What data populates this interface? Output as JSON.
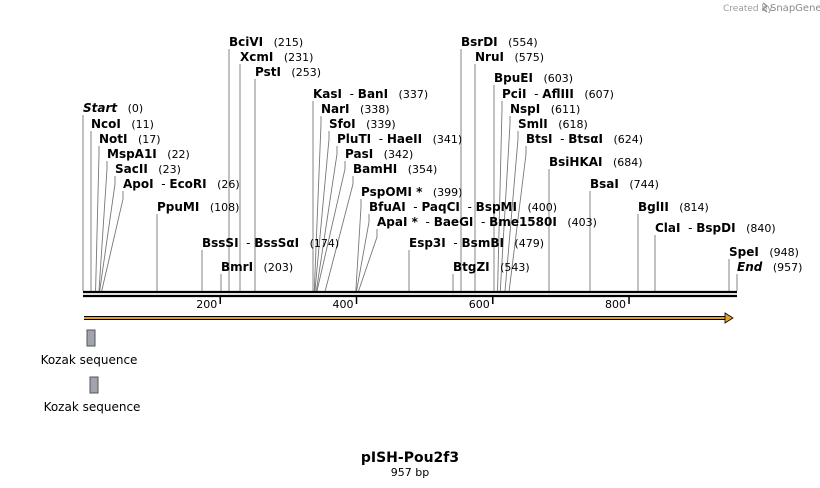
{
  "credit": {
    "prefix": "Created by",
    "brand": "SnapGene"
  },
  "map": {
    "name": "pISH-Pou2f3",
    "length_label": "957 bp",
    "length": 957,
    "ruler_ticks": [
      "200",
      "400",
      "600",
      "800"
    ],
    "backbone_color": "#000000",
    "orf_arrow_color": "#e0a030"
  },
  "sites": [
    {
      "pos": 0,
      "parts": [
        "Start"
      ],
      "pos_label": "(0)",
      "italic": true
    },
    {
      "pos": 11,
      "parts": [
        "NcoI"
      ],
      "pos_label": "(11)"
    },
    {
      "pos": 17,
      "parts": [
        "NotI"
      ],
      "pos_label": "(17)"
    },
    {
      "pos": 22,
      "parts": [
        "MspA1I"
      ],
      "pos_label": "(22)"
    },
    {
      "pos": 23,
      "parts": [
        "SacII"
      ],
      "pos_label": "(23)"
    },
    {
      "pos": 26,
      "parts": [
        "ApoI",
        "EcoRI"
      ],
      "pos_label": "(26)"
    },
    {
      "pos": 108,
      "parts": [
        "PpuMI"
      ],
      "pos_label": "(108)"
    },
    {
      "pos": 174,
      "parts": [
        "BssSI",
        "BssSαI"
      ],
      "pos_label": "(174)"
    },
    {
      "pos": 203,
      "parts": [
        "BmrI"
      ],
      "pos_label": "(203)"
    },
    {
      "pos": 215,
      "parts": [
        "BciVI"
      ],
      "pos_label": "(215)"
    },
    {
      "pos": 231,
      "parts": [
        "XcmI"
      ],
      "pos_label": "(231)"
    },
    {
      "pos": 253,
      "parts": [
        "PstI"
      ],
      "pos_label": "(253)"
    },
    {
      "pos": 337,
      "parts": [
        "KasI",
        "BanI"
      ],
      "pos_label": "(337)"
    },
    {
      "pos": 338,
      "parts": [
        "NarI"
      ],
      "pos_label": "(338)"
    },
    {
      "pos": 339,
      "parts": [
        "SfoI"
      ],
      "pos_label": "(339)"
    },
    {
      "pos": 341,
      "parts": [
        "PluTI",
        "HaeII"
      ],
      "pos_label": "(341)"
    },
    {
      "pos": 342,
      "parts": [
        "PasI"
      ],
      "pos_label": "(342)"
    },
    {
      "pos": 354,
      "parts": [
        "BamHI"
      ],
      "pos_label": "(354)"
    },
    {
      "pos": 399,
      "parts": [
        "PspOMI *"
      ],
      "pos_label": "(399)"
    },
    {
      "pos": 400,
      "parts": [
        "BfuAI",
        "PaqCI",
        "BspMI"
      ],
      "pos_label": "(400)"
    },
    {
      "pos": 403,
      "parts": [
        "ApaI *",
        "BaeGI",
        "Bme1580I"
      ],
      "pos_label": "(403)"
    },
    {
      "pos": 479,
      "parts": [
        "Esp3I",
        "BsmBI"
      ],
      "pos_label": "(479)"
    },
    {
      "pos": 543,
      "parts": [
        "BtgZI"
      ],
      "pos_label": "(543)"
    },
    {
      "pos": 554,
      "parts": [
        "BsrDI"
      ],
      "pos_label": "(554)"
    },
    {
      "pos": 575,
      "parts": [
        "NruI"
      ],
      "pos_label": "(575)"
    },
    {
      "pos": 603,
      "parts": [
        "BpuEI"
      ],
      "pos_label": "(603)"
    },
    {
      "pos": 607,
      "parts": [
        "PciI",
        "AflIII"
      ],
      "pos_label": "(607)"
    },
    {
      "pos": 611,
      "parts": [
        "NspI"
      ],
      "pos_label": "(611)"
    },
    {
      "pos": 618,
      "parts": [
        "SmlI"
      ],
      "pos_label": "(618)"
    },
    {
      "pos": 624,
      "parts": [
        "BtsI",
        "BtsαI"
      ],
      "pos_label": "(624)"
    },
    {
      "pos": 684,
      "parts": [
        "BsiHKAI"
      ],
      "pos_label": "(684)"
    },
    {
      "pos": 744,
      "parts": [
        "BsaI"
      ],
      "pos_label": "(744)"
    },
    {
      "pos": 814,
      "parts": [
        "BglII"
      ],
      "pos_label": "(814)"
    },
    {
      "pos": 840,
      "parts": [
        "ClaI",
        "BspDI"
      ],
      "pos_label": "(840)"
    },
    {
      "pos": 948,
      "parts": [
        "SpeI"
      ],
      "pos_label": "(948)"
    },
    {
      "pos": 957,
      "parts": [
        "End"
      ],
      "pos_label": "(957)",
      "italic": true
    }
  ],
  "features": [
    {
      "label": "Kozak sequence",
      "box_color": "#a0a4ad"
    },
    {
      "label": "Kozak sequence",
      "box_color": "#a0a4ad"
    }
  ]
}
